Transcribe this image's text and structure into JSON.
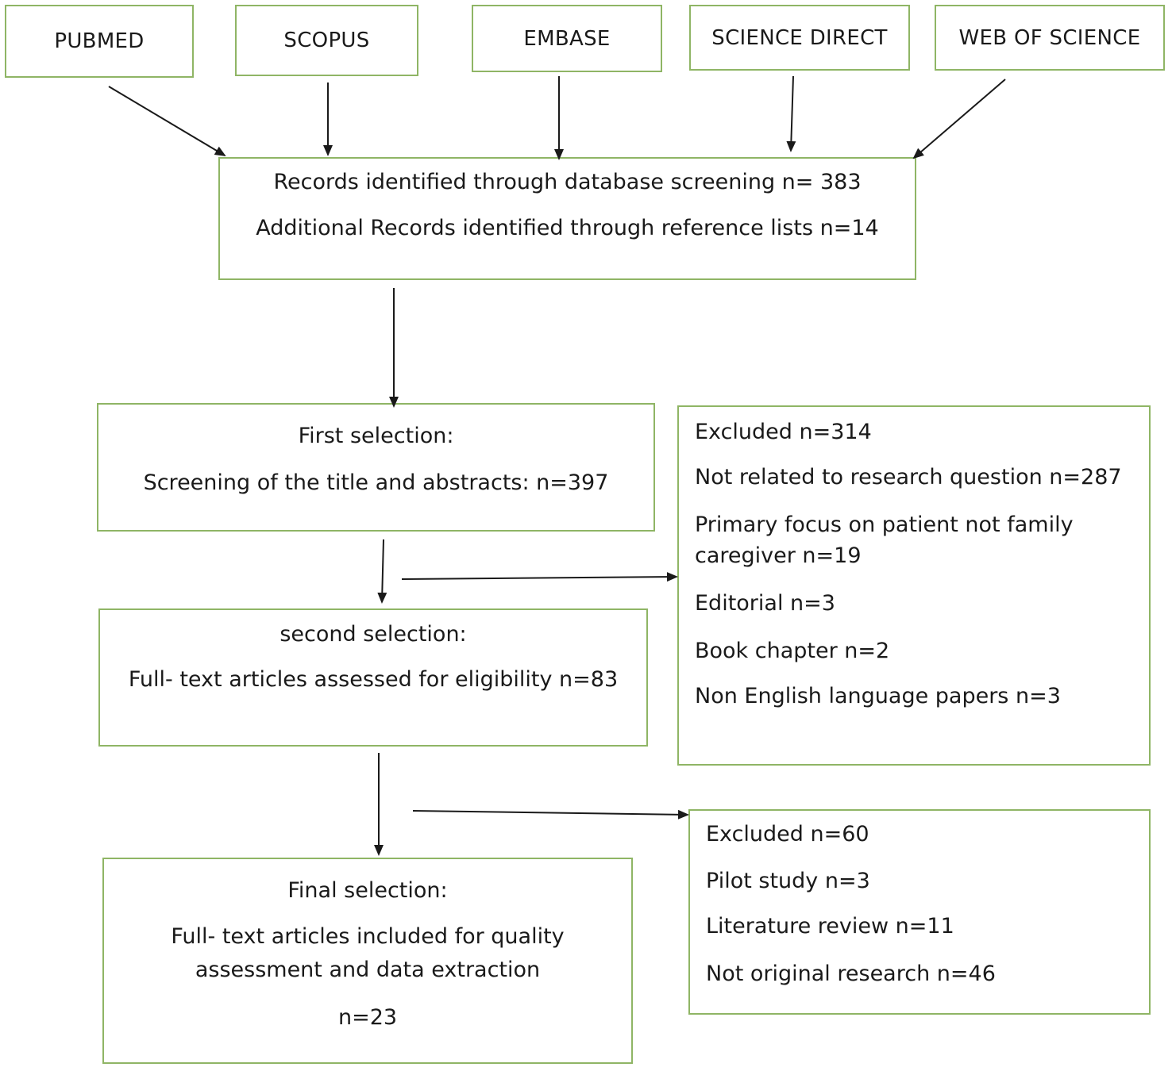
{
  "sources": [
    "PUBMED",
    "SCOPUS",
    "EMBASE",
    "SCIENCE DIRECT",
    "WEB OF SCIENCE"
  ],
  "identification": {
    "line1": "Records identified through database screening n= 383",
    "line2": "Additional Records identified through reference lists n=14"
  },
  "first_selection": {
    "title": "First selection:",
    "text": "Screening of the title and abstracts: n=397"
  },
  "second_selection": {
    "title": "second selection:",
    "text": "Full- text articles assessed for eligibility n=83"
  },
  "final_selection": {
    "title": "Final selection:",
    "text_line1": "Full- text articles included for quality",
    "text_line2": "assessment and data extraction",
    "count": "n=23"
  },
  "excluded_first": {
    "total": "Excluded n=314",
    "reason1": "Not related to research question n=287",
    "reason2_line1": "Primary focus on patient not family",
    "reason2_line2": "caregiver n=19",
    "reason3": "Editorial n=3",
    "reason4": "Book chapter n=2",
    "reason5": "Non English language papers n=3"
  },
  "excluded_second": {
    "total": "Excluded n=60",
    "reason1": "Pilot study n=3",
    "reason2": "Literature review n=11",
    "reason3": "Not original research n=46"
  },
  "colors": {
    "box_border": "#8fb565",
    "arrow": "#1a1a1a"
  }
}
